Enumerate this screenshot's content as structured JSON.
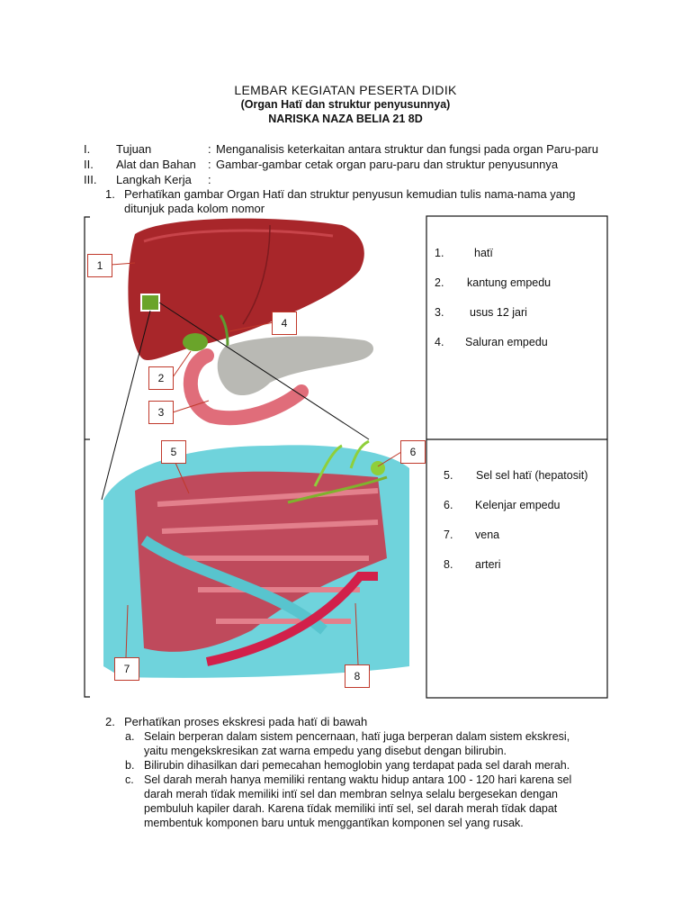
{
  "header": {
    "title": "LEMBAR KEGIATAN PESERTA DIDIK",
    "subtitle": "(Organ Hatї dan struktur penyusunnya)",
    "student": "NARISKA NAZA BELIA 21 8D"
  },
  "sections": [
    {
      "num": "I.",
      "label": "Tujuan",
      "sep": ":",
      "text": "Menganalisis keterkaitan antara struktur dan fungsi pada organ Paru-paru"
    },
    {
      "num": "II.",
      "label": "Alat dan Bahan",
      "sep": ":",
      "text": "Gambar-gambar cetak organ paru-paru dan struktur penyusunnya"
    },
    {
      "num": "III.",
      "label": "Langkah Kerja",
      "sep": ":",
      "text": ""
    }
  ],
  "step1": {
    "num": "1.",
    "line1": "Perhatїkan gambar Organ Hatї dan struktur penyusun kemudian tulis nama-nama yang",
    "line2": "ditunjuk pada kolom nomor"
  },
  "labels": [
    "1",
    "2",
    "3",
    "4",
    "5",
    "6",
    "7",
    "8"
  ],
  "answers_top": [
    {
      "n": "1.",
      "text": "hatї"
    },
    {
      "n": "2.",
      "text": "kantung empedu"
    },
    {
      "n": "3.",
      "text": "usus 12 jari"
    },
    {
      "n": "4.",
      "text": "Saluran empedu"
    }
  ],
  "answers_bottom": [
    {
      "n": "5.",
      "text": "Sel sel hatї (hepatosit)"
    },
    {
      "n": "6.",
      "text": "Kelenjar empedu"
    },
    {
      "n": "7.",
      "text": "vena"
    },
    {
      "n": "8.",
      "text": "arteri"
    }
  ],
  "step2": {
    "num": "2.",
    "text": "Perhatїkan proses ekskresi pada hatї di bawah",
    "items": [
      {
        "letter": "a.",
        "lines": [
          "Selain berperan dalam sistem pencernaan, hatї juga berperan dalam sistem ekskresi,",
          "yaitu mengekskresikan zat warna empedu yang disebut dengan bilirubin."
        ]
      },
      {
        "letter": "b.",
        "lines": [
          "Bilirubin dihasilkan dari pemecahan hemoglobin yang terdapat pada sel darah merah."
        ]
      },
      {
        "letter": "c.",
        "lines": [
          "Sel darah merah hanya memiliki rentang waktu hidup antara 100 - 120 hari karena sel",
          "darah merah tїdak memiliki intї sel dan membran selnya selalu bergesekan dengan",
          "pembuluh kapiler darah. Karena tїdak memiliki intї sel, sel darah merah tїdak dapat",
          "membentuk komponen baru untuk menggantїkan komponen sel yang rusak."
        ]
      }
    ]
  },
  "colors": {
    "label_border": "#c0392b",
    "liver": "#a8262a",
    "pancreas": "#b9b9b4",
    "tissue_blue": "#6fd3dc",
    "tissue_red": "#c83b4e"
  }
}
